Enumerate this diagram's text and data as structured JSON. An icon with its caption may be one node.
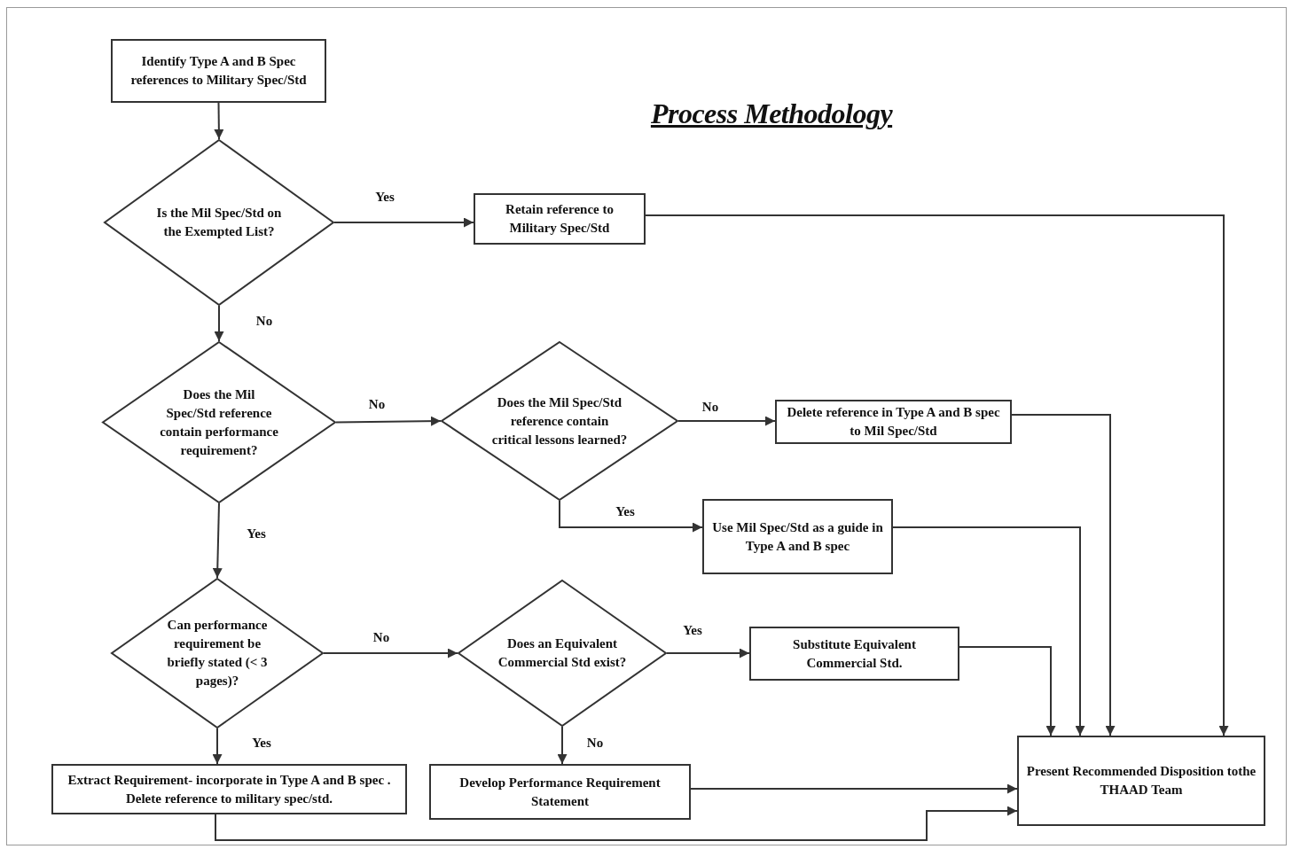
{
  "diagram": {
    "title": "Process Methodology",
    "nodes": [
      {
        "text": [
          "Identify Type A and B Spec references to Military Spec/Std"
        ]
      },
      {
        "text": [
          "Is the Mil Spec/Std on the Exempted List?"
        ]
      },
      {
        "text": [
          "Retain reference to Military Spec/Std"
        ]
      },
      {
        "text": [
          "Does the Mil Spec/Std reference contain performance requirement?"
        ]
      },
      {
        "text": [
          "Does the Mil Spec/Std reference contain critical lessons learned?"
        ]
      },
      {
        "text": [
          "Delete reference in Type A and B spec to Mil Spec/Std"
        ]
      },
      {
        "text": [
          "Use Mil Spec/Std as a guide in Type A and B spec"
        ]
      },
      {
        "text": [
          "Can performance requirement be briefly stated (< 3 pages)?"
        ]
      },
      {
        "text": [
          "Does an Equivalent Commercial Std exist?"
        ]
      },
      {
        "text": [
          "Substitute Equivalent Commercial Std."
        ]
      },
      {
        "text": [
          "Extract Requirement- incorporate in Type A and B spec . Delete reference to military spec/std."
        ]
      },
      {
        "text": [
          "Develop Performance Requirement Statement"
        ]
      },
      {
        "text": [
          "Present Recommended Disposition tothe THAAD Team"
        ]
      }
    ],
    "edges": [
      {
        "from": 0,
        "to": 1,
        "arrow": "to"
      },
      {
        "from": 1,
        "to": 2,
        "arrow": "to",
        "label": "Yes"
      },
      {
        "from": 1,
        "to": 3,
        "arrow": "to",
        "label": "No"
      },
      {
        "from": 3,
        "to": 4,
        "arrow": "to",
        "label": "No"
      },
      {
        "from": 3,
        "to": 7,
        "arrow": "to",
        "label": "Yes"
      },
      {
        "from": 4,
        "to": 5,
        "arrow": "to",
        "label": "No"
      },
      {
        "from": 4,
        "to": 6,
        "arrow": "to",
        "label": "Yes"
      },
      {
        "from": 7,
        "to": 8,
        "arrow": "to",
        "label": "No"
      },
      {
        "from": 7,
        "to": 10,
        "arrow": "to",
        "label": "Yes"
      },
      {
        "from": 8,
        "to": 9,
        "arrow": "to",
        "label": "Yes"
      },
      {
        "from": 8,
        "to": 11,
        "arrow": "to",
        "label": "No"
      },
      {
        "from": 2,
        "to": 12,
        "arrow": "to"
      },
      {
        "from": 5,
        "to": 12,
        "arrow": "to"
      },
      {
        "from": 6,
        "to": 12,
        "arrow": "to"
      },
      {
        "from": 9,
        "to": 12,
        "arrow": "to"
      },
      {
        "from": 10,
        "to": 12,
        "arrow": "to"
      },
      {
        "from": 11,
        "to": 12,
        "arrow": "to"
      }
    ]
  }
}
